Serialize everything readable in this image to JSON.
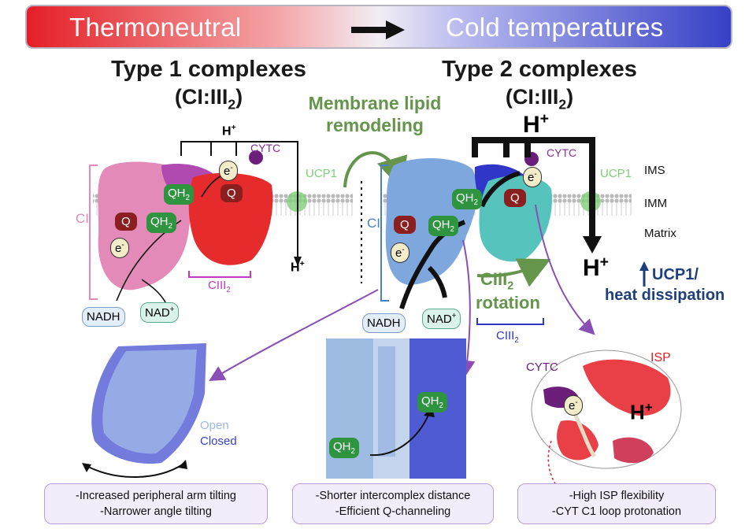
{
  "banner": {
    "left": "Thermoneutral",
    "right": "Cold temperatures"
  },
  "type1": {
    "title": "Type 1 complexes",
    "subtitle": "(CI:III",
    "subtitle_sub": "2",
    "subtitle_end": ")"
  },
  "type2": {
    "title": "Type 2 complexes",
    "subtitle": "(CI:III",
    "subtitle_sub": "2",
    "subtitle_end": ")"
  },
  "remodel": {
    "line1": "Membrane lipid",
    "line2": "remodeling"
  },
  "rotation": {
    "line1": "CIII",
    "line1_sub": "2",
    "line2": "rotation"
  },
  "labels": {
    "h": "H",
    "plus": "+",
    "cytc": "CYTC",
    "ucp1": "UCP1",
    "ci": "CI",
    "ciii": "CIII",
    "ciii_sub": "2",
    "ims": "IMS",
    "imm": "IMM",
    "matrix": "Matrix",
    "e": "e",
    "minus": "-",
    "q": "Q",
    "qh": "QH",
    "qh_sub": "2",
    "nadh": "NADH",
    "nad": "NAD",
    "isp": "ISP",
    "open": "Open",
    "closed": "Closed"
  },
  "ucp_heat": {
    "line1": "UCP1/",
    "line2": "heat dissipation"
  },
  "captions": [
    {
      "line1": "-Increased peripheral arm tilting",
      "line2": "-Narrower angle tilting"
    },
    {
      "line1": "-Shorter intercomplex distance",
      "line2": "-Efficient Q-channeling"
    },
    {
      "line1": "-High ISP flexibility",
      "line2": "-CYT C1 loop protonation"
    }
  ],
  "colors": {
    "red": "#e41f26",
    "blue": "#3540c6",
    "green": "#64954b",
    "purple": "#8a4fb5",
    "navy": "#1f3f7a"
  }
}
